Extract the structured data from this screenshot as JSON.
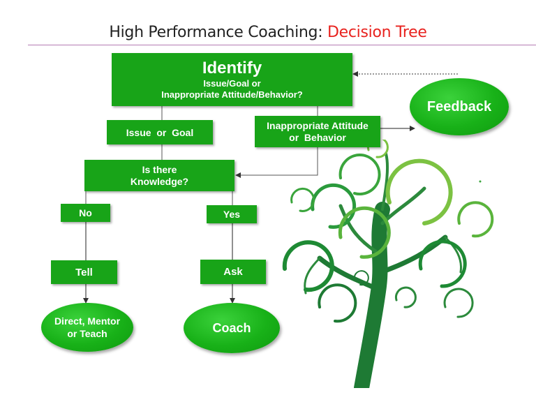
{
  "header": {
    "title_main": "High Performance Coaching: ",
    "title_accent": "Decision Tree"
  },
  "nodes": {
    "identify_title": "Identify",
    "identify_sub1": "Issue/Goal or",
    "identify_sub2": "Inappropriate Attitude/Behavior?",
    "issue_goal": "Issue  or  Goal",
    "inappropriate_line1": "Inappropriate Attitude",
    "inappropriate_line2": "or  Behavior",
    "feedback": "Feedback",
    "knowledge_line1": "Is there",
    "knowledge_line2": "Knowledge?",
    "no": "No",
    "yes": "Yes",
    "tell": "Tell",
    "ask": "Ask",
    "direct_line1": "Direct, Mentor",
    "direct_line2": "or Teach",
    "coach": "Coach"
  },
  "colors": {
    "box_green": "#18a418",
    "oval_green": "#18b118",
    "title_accent": "#e8231f",
    "tree_dark": "#1e7a34",
    "tree_light": "#7cc242"
  }
}
